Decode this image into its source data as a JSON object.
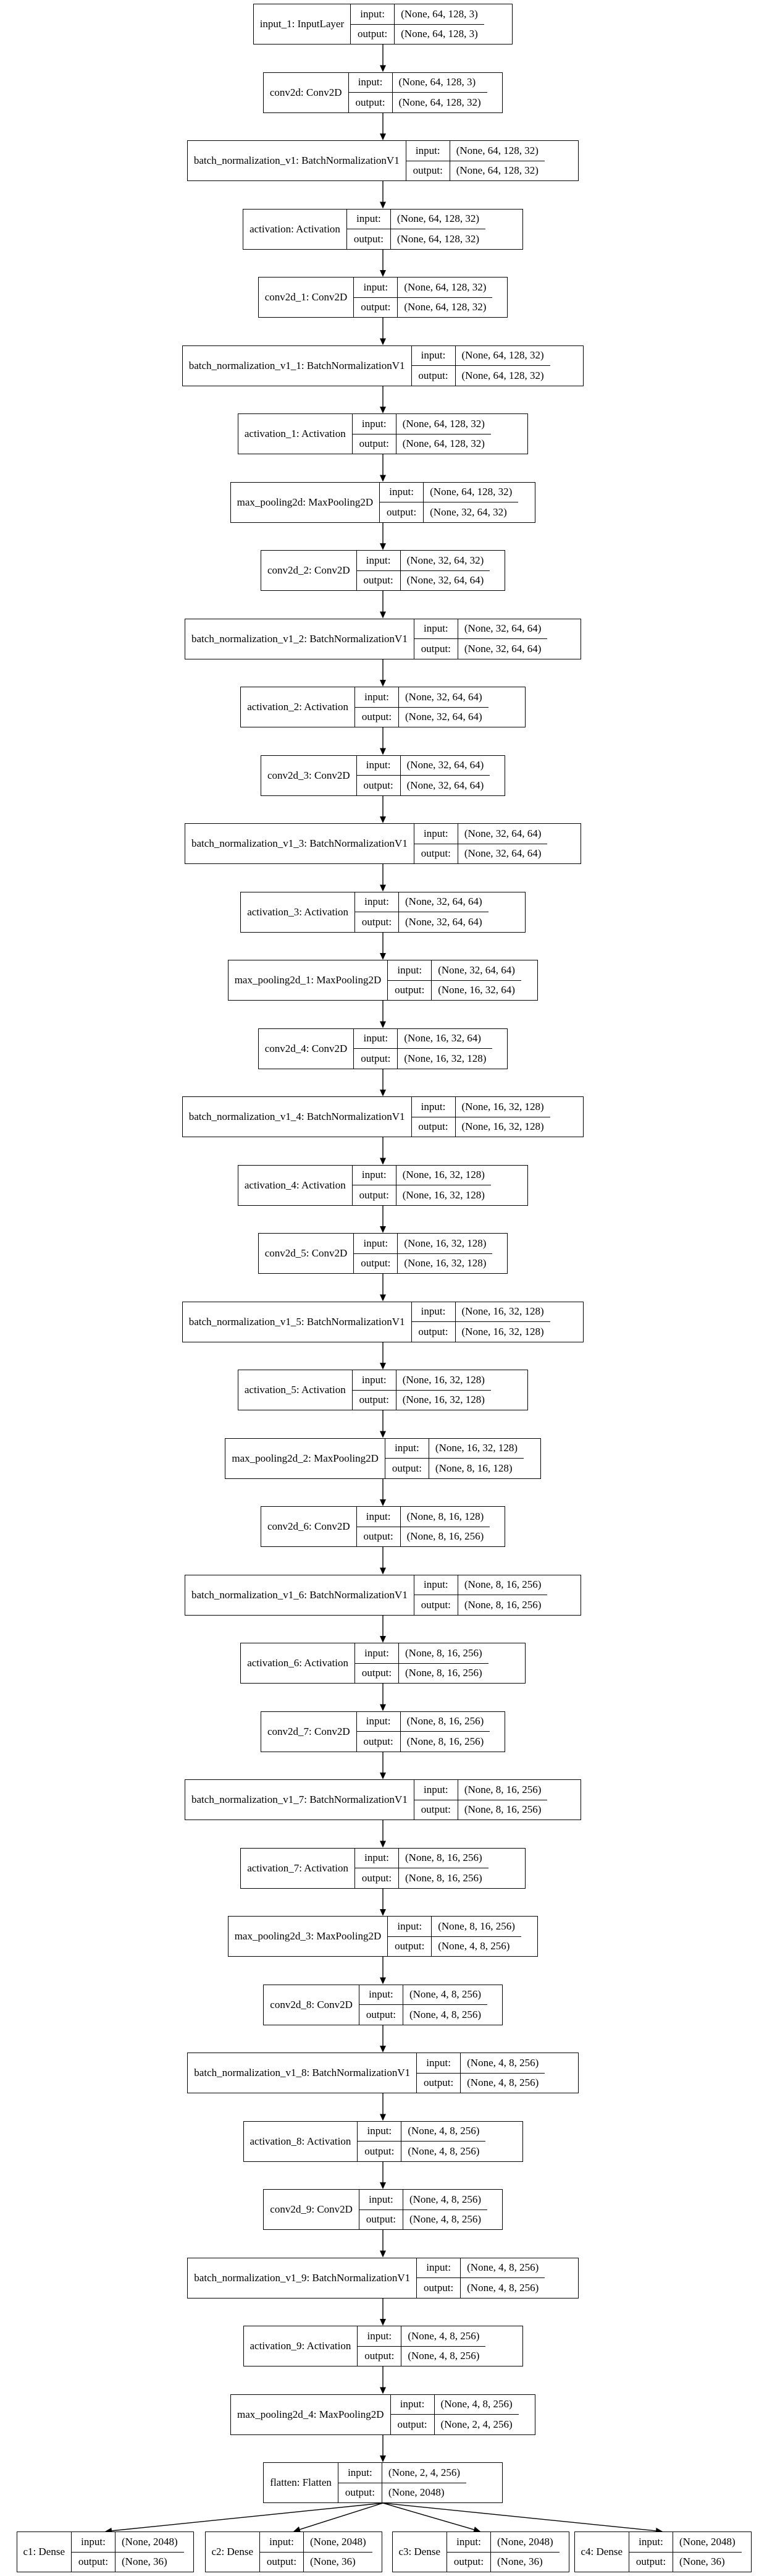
{
  "labels": {
    "input": "input:",
    "output": "output:"
  },
  "layers": [
    {
      "name": "input_1: InputLayer",
      "input": "(None, 64, 128, 3)",
      "output": "(None, 64, 128, 3)"
    },
    {
      "name": "conv2d: Conv2D",
      "input": "(None, 64, 128, 3)",
      "output": "(None, 64, 128, 32)"
    },
    {
      "name": "batch_normalization_v1: BatchNormalizationV1",
      "input": "(None, 64, 128, 32)",
      "output": "(None, 64, 128, 32)"
    },
    {
      "name": "activation: Activation",
      "input": "(None, 64, 128, 32)",
      "output": "(None, 64, 128, 32)"
    },
    {
      "name": "conv2d_1: Conv2D",
      "input": "(None, 64, 128, 32)",
      "output": "(None, 64, 128, 32)"
    },
    {
      "name": "batch_normalization_v1_1: BatchNormalizationV1",
      "input": "(None, 64, 128, 32)",
      "output": "(None, 64, 128, 32)"
    },
    {
      "name": "activation_1: Activation",
      "input": "(None, 64, 128, 32)",
      "output": "(None, 64, 128, 32)"
    },
    {
      "name": "max_pooling2d: MaxPooling2D",
      "input": "(None, 64, 128, 32)",
      "output": "(None, 32, 64, 32)"
    },
    {
      "name": "conv2d_2: Conv2D",
      "input": "(None, 32, 64, 32)",
      "output": "(None, 32, 64, 64)"
    },
    {
      "name": "batch_normalization_v1_2: BatchNormalizationV1",
      "input": "(None, 32, 64, 64)",
      "output": "(None, 32, 64, 64)"
    },
    {
      "name": "activation_2: Activation",
      "input": "(None, 32, 64, 64)",
      "output": "(None, 32, 64, 64)"
    },
    {
      "name": "conv2d_3: Conv2D",
      "input": "(None, 32, 64, 64)",
      "output": "(None, 32, 64, 64)"
    },
    {
      "name": "batch_normalization_v1_3: BatchNormalizationV1",
      "input": "(None, 32, 64, 64)",
      "output": "(None, 32, 64, 64)"
    },
    {
      "name": "activation_3: Activation",
      "input": "(None, 32, 64, 64)",
      "output": "(None, 32, 64, 64)"
    },
    {
      "name": "max_pooling2d_1: MaxPooling2D",
      "input": "(None, 32, 64, 64)",
      "output": "(None, 16, 32, 64)"
    },
    {
      "name": "conv2d_4: Conv2D",
      "input": "(None, 16, 32, 64)",
      "output": "(None, 16, 32, 128)"
    },
    {
      "name": "batch_normalization_v1_4: BatchNormalizationV1",
      "input": "(None, 16, 32, 128)",
      "output": "(None, 16, 32, 128)"
    },
    {
      "name": "activation_4: Activation",
      "input": "(None, 16, 32, 128)",
      "output": "(None, 16, 32, 128)"
    },
    {
      "name": "conv2d_5: Conv2D",
      "input": "(None, 16, 32, 128)",
      "output": "(None, 16, 32, 128)"
    },
    {
      "name": "batch_normalization_v1_5: BatchNormalizationV1",
      "input": "(None, 16, 32, 128)",
      "output": "(None, 16, 32, 128)"
    },
    {
      "name": "activation_5: Activation",
      "input": "(None, 16, 32, 128)",
      "output": "(None, 16, 32, 128)"
    },
    {
      "name": "max_pooling2d_2: MaxPooling2D",
      "input": "(None, 16, 32, 128)",
      "output": "(None, 8, 16, 128)"
    },
    {
      "name": "conv2d_6: Conv2D",
      "input": "(None, 8, 16, 128)",
      "output": "(None, 8, 16, 256)"
    },
    {
      "name": "batch_normalization_v1_6: BatchNormalizationV1",
      "input": "(None, 8, 16, 256)",
      "output": "(None, 8, 16, 256)"
    },
    {
      "name": "activation_6: Activation",
      "input": "(None, 8, 16, 256)",
      "output": "(None, 8, 16, 256)"
    },
    {
      "name": "conv2d_7: Conv2D",
      "input": "(None, 8, 16, 256)",
      "output": "(None, 8, 16, 256)"
    },
    {
      "name": "batch_normalization_v1_7: BatchNormalizationV1",
      "input": "(None, 8, 16, 256)",
      "output": "(None, 8, 16, 256)"
    },
    {
      "name": "activation_7: Activation",
      "input": "(None, 8, 16, 256)",
      "output": "(None, 8, 16, 256)"
    },
    {
      "name": "max_pooling2d_3: MaxPooling2D",
      "input": "(None, 8, 16, 256)",
      "output": "(None, 4, 8, 256)"
    },
    {
      "name": "conv2d_8: Conv2D",
      "input": "(None, 4, 8, 256)",
      "output": "(None, 4, 8, 256)"
    },
    {
      "name": "batch_normalization_v1_8: BatchNormalizationV1",
      "input": "(None, 4, 8, 256)",
      "output": "(None, 4, 8, 256)"
    },
    {
      "name": "activation_8: Activation",
      "input": "(None, 4, 8, 256)",
      "output": "(None, 4, 8, 256)"
    },
    {
      "name": "conv2d_9: Conv2D",
      "input": "(None, 4, 8, 256)",
      "output": "(None, 4, 8, 256)"
    },
    {
      "name": "batch_normalization_v1_9: BatchNormalizationV1",
      "input": "(None, 4, 8, 256)",
      "output": "(None, 4, 8, 256)"
    },
    {
      "name": "activation_9: Activation",
      "input": "(None, 4, 8, 256)",
      "output": "(None, 4, 8, 256)"
    },
    {
      "name": "max_pooling2d_4: MaxPooling2D",
      "input": "(None, 4, 8, 256)",
      "output": "(None, 2, 4, 256)"
    },
    {
      "name": "flatten: Flatten",
      "input": "(None, 2, 4, 256)",
      "output": "(None, 2048)"
    }
  ],
  "outputs": [
    {
      "name": "c1: Dense",
      "input": "(None, 2048)",
      "output": "(None, 36)"
    },
    {
      "name": "c2: Dense",
      "input": "(None, 2048)",
      "output": "(None, 36)"
    },
    {
      "name": "c3: Dense",
      "input": "(None, 2048)",
      "output": "(None, 36)"
    },
    {
      "name": "c4: Dense",
      "input": "(None, 2048)",
      "output": "(None, 36)"
    }
  ]
}
